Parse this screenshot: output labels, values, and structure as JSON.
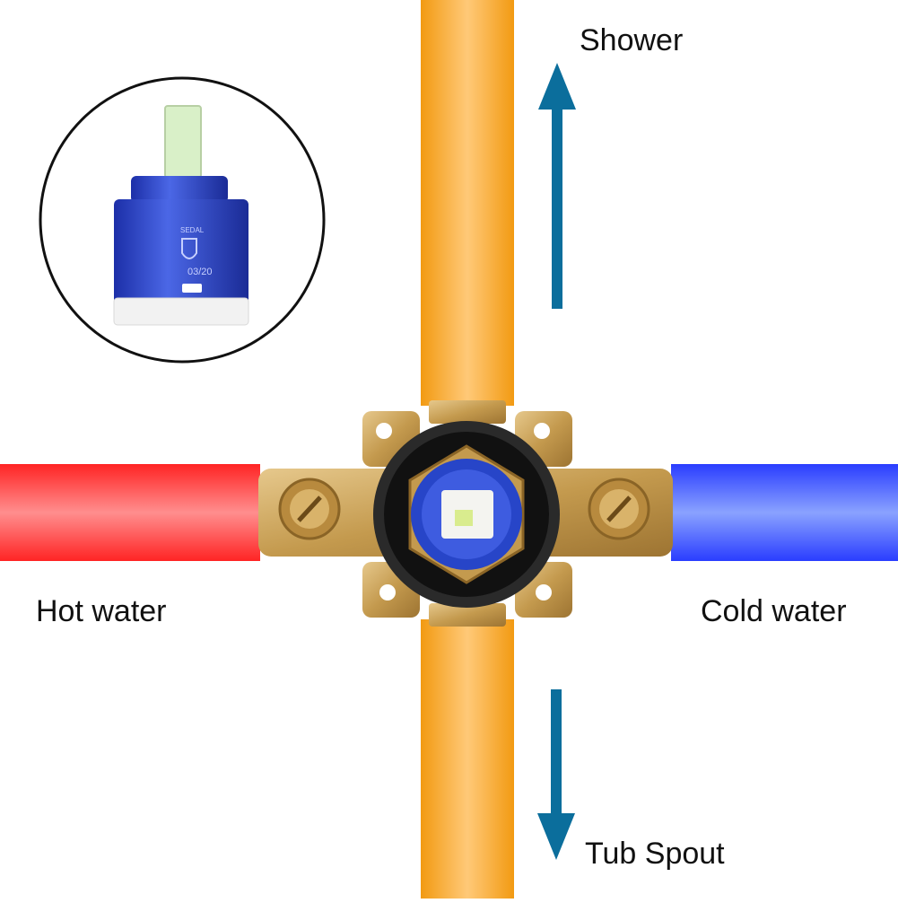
{
  "labels": {
    "shower": "Shower",
    "hot_water": "Hot water",
    "cold_water": "Cold water",
    "tub_spout": "Tub Spout"
  },
  "cartridge_marking": {
    "brand": "SEDAL",
    "code": "03/20"
  },
  "colors": {
    "hot_pipe": "#ff2a2a",
    "cold_pipe": "#2a4dff",
    "outlet_pipe": "#f5a020",
    "arrow": "#0b6e9c",
    "valve_brass": "#c9a45a",
    "cartridge_blue": "#2f4fd1"
  }
}
